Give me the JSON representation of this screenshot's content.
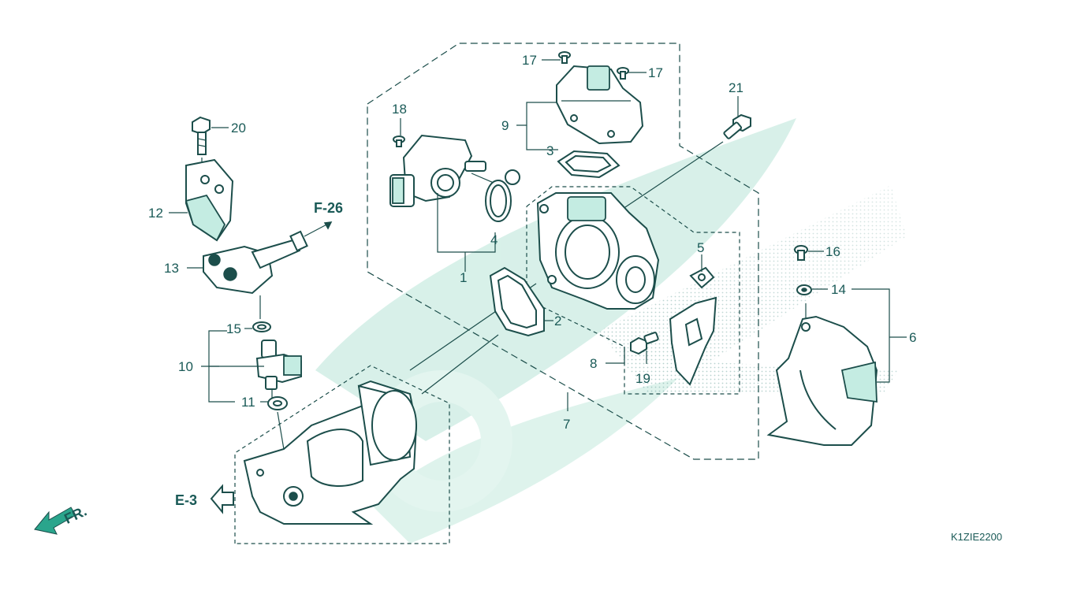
{
  "diagram": {
    "code": "K1ZIE2200",
    "callouts": [
      {
        "id": "c1",
        "text": "1"
      },
      {
        "id": "c2",
        "text": "2"
      },
      {
        "id": "c3",
        "text": "3"
      },
      {
        "id": "c4",
        "text": "4"
      },
      {
        "id": "c5",
        "text": "5"
      },
      {
        "id": "c6",
        "text": "6"
      },
      {
        "id": "c7",
        "text": "7"
      },
      {
        "id": "c8",
        "text": "8"
      },
      {
        "id": "c9",
        "text": "9"
      },
      {
        "id": "c10",
        "text": "10"
      },
      {
        "id": "c11",
        "text": "11"
      },
      {
        "id": "c12",
        "text": "12"
      },
      {
        "id": "c13",
        "text": "13"
      },
      {
        "id": "c14",
        "text": "14"
      },
      {
        "id": "c15",
        "text": "15"
      },
      {
        "id": "c16",
        "text": "16"
      },
      {
        "id": "c17a",
        "text": "17"
      },
      {
        "id": "c17b",
        "text": "17"
      },
      {
        "id": "c18",
        "text": "18"
      },
      {
        "id": "c19",
        "text": "19"
      },
      {
        "id": "c20",
        "text": "20"
      },
      {
        "id": "c21",
        "text": "21"
      }
    ],
    "references": {
      "f26": "F-26",
      "e3": "E-3",
      "front": "FR."
    },
    "colors": {
      "line": "#1c4e4b",
      "label": "#1a5a57",
      "watermark": "#d6f0e8",
      "background": "#ffffff"
    }
  }
}
